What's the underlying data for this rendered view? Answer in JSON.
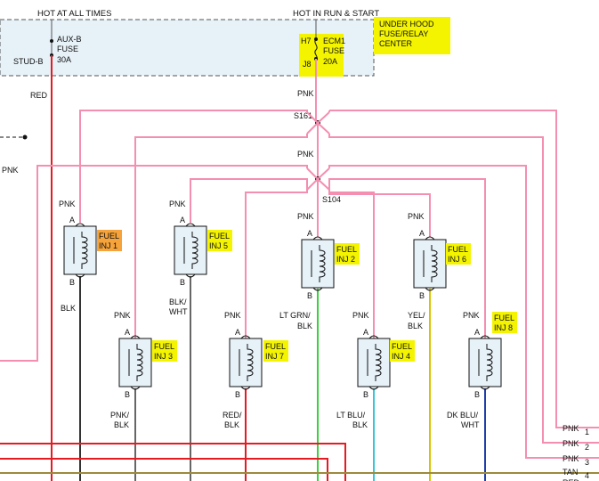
{
  "header": {
    "hot_at_all_times": "HOT AT ALL TIMES",
    "hot_in_run_start": "HOT IN RUN & START",
    "relay_center_line1": "UNDER HOOD",
    "relay_center_line2": "FUSE/RELAY",
    "relay_center_line3": "CENTER"
  },
  "fuses": {
    "aux_line1": "AUX-B",
    "aux_line2": "FUSE",
    "aux_line3": "30A",
    "stud": "STUD-B",
    "ecm_pin_top": "H7",
    "ecm_pin_bottom": "J8",
    "ecm_line1": "ECM1",
    "ecm_line2": "FUSE",
    "ecm_line3": "20A"
  },
  "splices": {
    "s161": "S161",
    "s104": "S104"
  },
  "wire_labels": {
    "red": "RED",
    "pnk_top": "PNK",
    "pnk_mid": "PNK",
    "pnk_left": "PNK",
    "pnk_s104": "PNK",
    "pnk_inj1": "PNK",
    "pnk_inj5": "PNK",
    "pnk_inj6": "PNK",
    "pnk_inj3": "PNK",
    "pnk_inj7": "PNK",
    "pnk_inj4": "PNK",
    "pnk_inj8": "PNK",
    "blk": "BLK",
    "blk_wht_1": "BLK/",
    "blk_wht_2": "WHT",
    "lt_grn_1": "LT GRN/",
    "lt_grn_2": "BLK",
    "yel_1": "YEL/",
    "yel_2": "BLK",
    "pnk_blk_1": "PNK/",
    "pnk_blk_2": "BLK",
    "red_blk_1": "RED/",
    "red_blk_2": "BLK",
    "lt_blu_1": "LT BLU/",
    "lt_blu_2": "BLK",
    "dk_blu_1": "DK BLU/",
    "dk_blu_2": "WHT"
  },
  "injectors": [
    {
      "name": "FUEL",
      "num": "INJ 1"
    },
    {
      "name": "FUEL",
      "num": "INJ 5"
    },
    {
      "name": "FUEL",
      "num": "INJ 2"
    },
    {
      "name": "FUEL",
      "num": "INJ 6"
    },
    {
      "name": "FUEL",
      "num": "INJ 3"
    },
    {
      "name": "FUEL",
      "num": "INJ 7"
    },
    {
      "name": "FUEL",
      "num": "INJ 4"
    },
    {
      "name": "FUEL",
      "num": "INJ 8"
    }
  ],
  "pins": {
    "a": "A",
    "b": "B"
  },
  "connector": [
    {
      "color": "PNK",
      "pin": "1"
    },
    {
      "color": "PNK",
      "pin": "2"
    },
    {
      "color": "PNK",
      "pin": "3"
    },
    {
      "color": "TAN",
      "pin": "4"
    },
    {
      "color": "RED",
      "pin": ""
    }
  ],
  "colors": {
    "pink": "#f48fb1",
    "red": "#e41b23",
    "green": "#3ecf3e",
    "yellow": "#d9c400",
    "cyan": "#38c6d6",
    "blue": "#1f3fa8",
    "black": "#333333",
    "gray": "#666666",
    "tan": "#9c8a3c",
    "highlight_yellow": "#f4f400",
    "highlight_orange": "#f5a33a",
    "relay_box_fill": "#e6f1f8",
    "injector_fill": "#e6f1f8"
  }
}
